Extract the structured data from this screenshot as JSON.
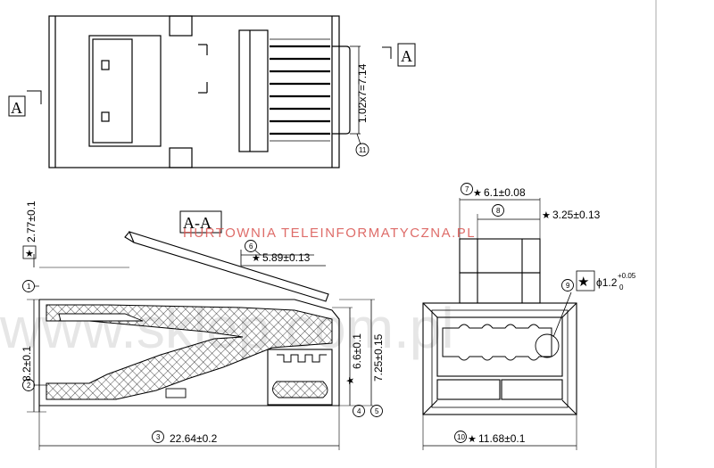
{
  "watermark": {
    "text": "HURTOWNIA TELEINFORMATYCZNA.PL",
    "background": "www.sklep.com.pl",
    "accent": "#d9534f",
    "gray": "#9e9e9e"
  },
  "top_view": {
    "section_left": "A",
    "section_right": "A",
    "pitch_dim": "1.02x7=7.14",
    "callout_11": "11"
  },
  "section_view": {
    "title": "A-A",
    "dim_277": "2.77±0.1",
    "dim_589": "5.89±0.13",
    "dim_82": "8.2±0.1",
    "dim_66": "6.6±0.1",
    "dim_725": "7.25±0.15",
    "dim_2264": "22.64±0.2",
    "callout_1": "1",
    "callout_2": "2",
    "callout_3": "3",
    "callout_4": "4",
    "callout_5": "5",
    "callout_6": "6"
  },
  "front_view": {
    "dim_61": "6.1±0.08",
    "dim_325": "3.25±0.13",
    "dim_phi": "ϕ1.2",
    "tol_plus": "+0.05",
    "tol_zero": "0",
    "dim_1168": "11.68±0.1",
    "callout_7": "7",
    "callout_8": "8",
    "callout_9": "9",
    "callout_10": "10"
  }
}
